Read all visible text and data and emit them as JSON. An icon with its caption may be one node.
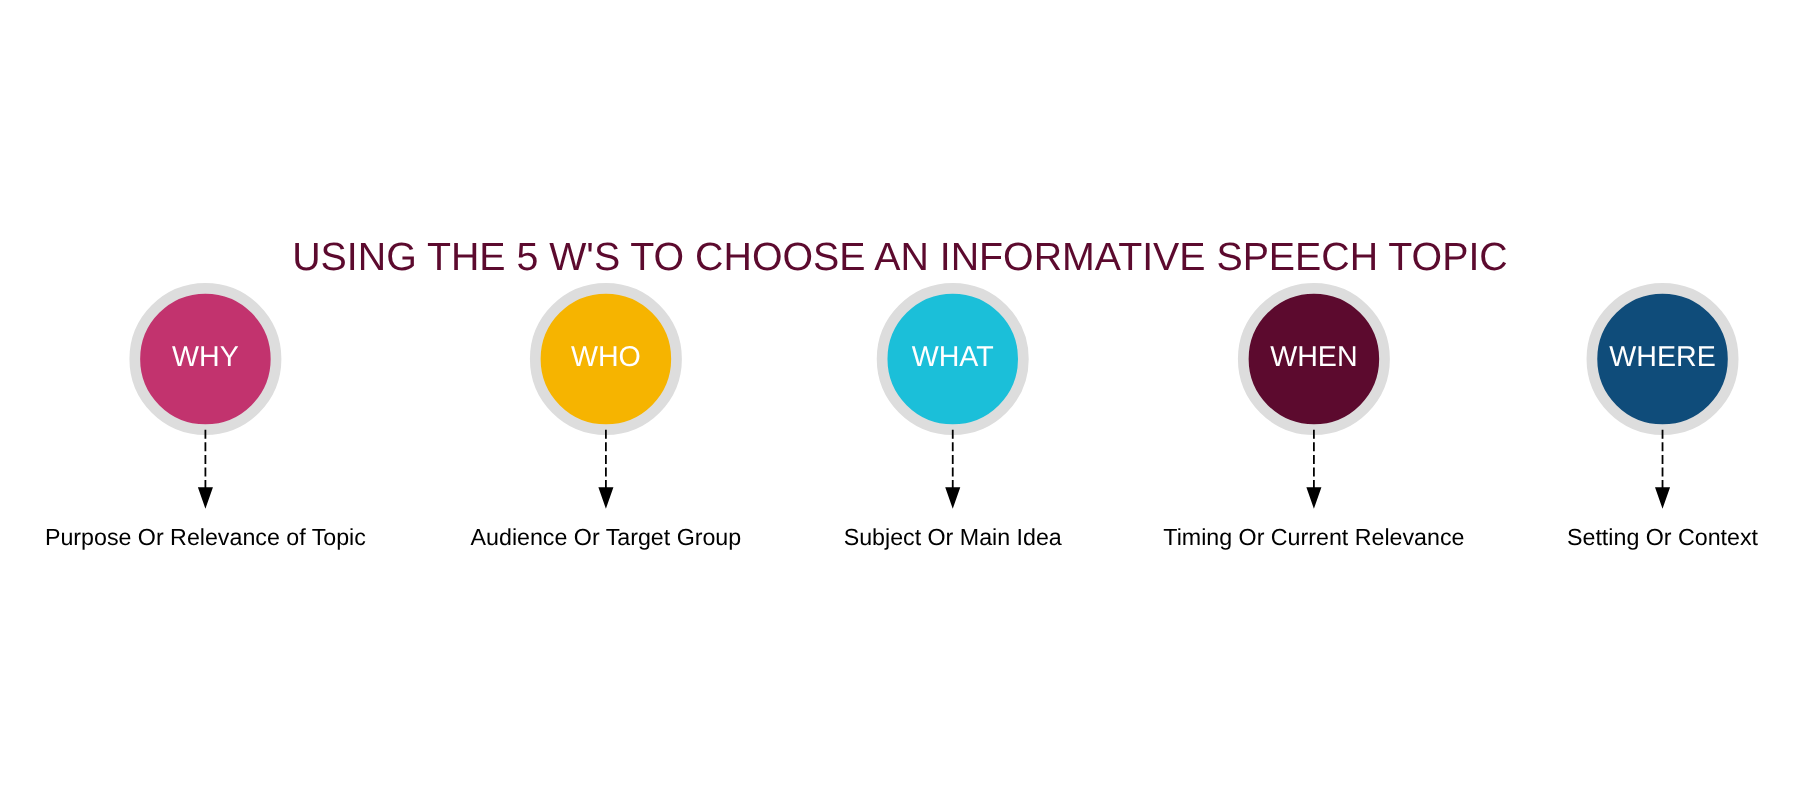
{
  "diagram": {
    "title": "USING THE 5 W'S TO CHOOSE AN INFORMATIVE SPEECH TOPIC",
    "nodes": [
      {
        "text": [
          "WHY"
        ]
      },
      {
        "text": [
          "WHO"
        ]
      },
      {
        "text": [
          "WHAT"
        ]
      },
      {
        "text": [
          "WHEN"
        ]
      },
      {
        "text": [
          "WHERE"
        ]
      },
      {
        "text": [
          "Purpose Or Relevance of Topic"
        ]
      },
      {
        "text": [
          "Audience Or Target Group"
        ]
      },
      {
        "text": [
          "Subject Or Main Idea"
        ]
      },
      {
        "text": [
          "Timing Or Current Relevance"
        ]
      },
      {
        "text": [
          "Setting Or Context"
        ]
      }
    ],
    "edges": [
      {
        "from": 0,
        "to": 5,
        "arrow": "to",
        "style": "dashed"
      },
      {
        "from": 1,
        "to": 6,
        "arrow": "to",
        "style": "dashed"
      },
      {
        "from": 2,
        "to": 7,
        "arrow": "to",
        "style": "dashed"
      },
      {
        "from": 3,
        "to": 8,
        "arrow": "to",
        "style": "dashed"
      },
      {
        "from": 4,
        "to": 9,
        "arrow": "to",
        "style": "dashed"
      }
    ]
  }
}
